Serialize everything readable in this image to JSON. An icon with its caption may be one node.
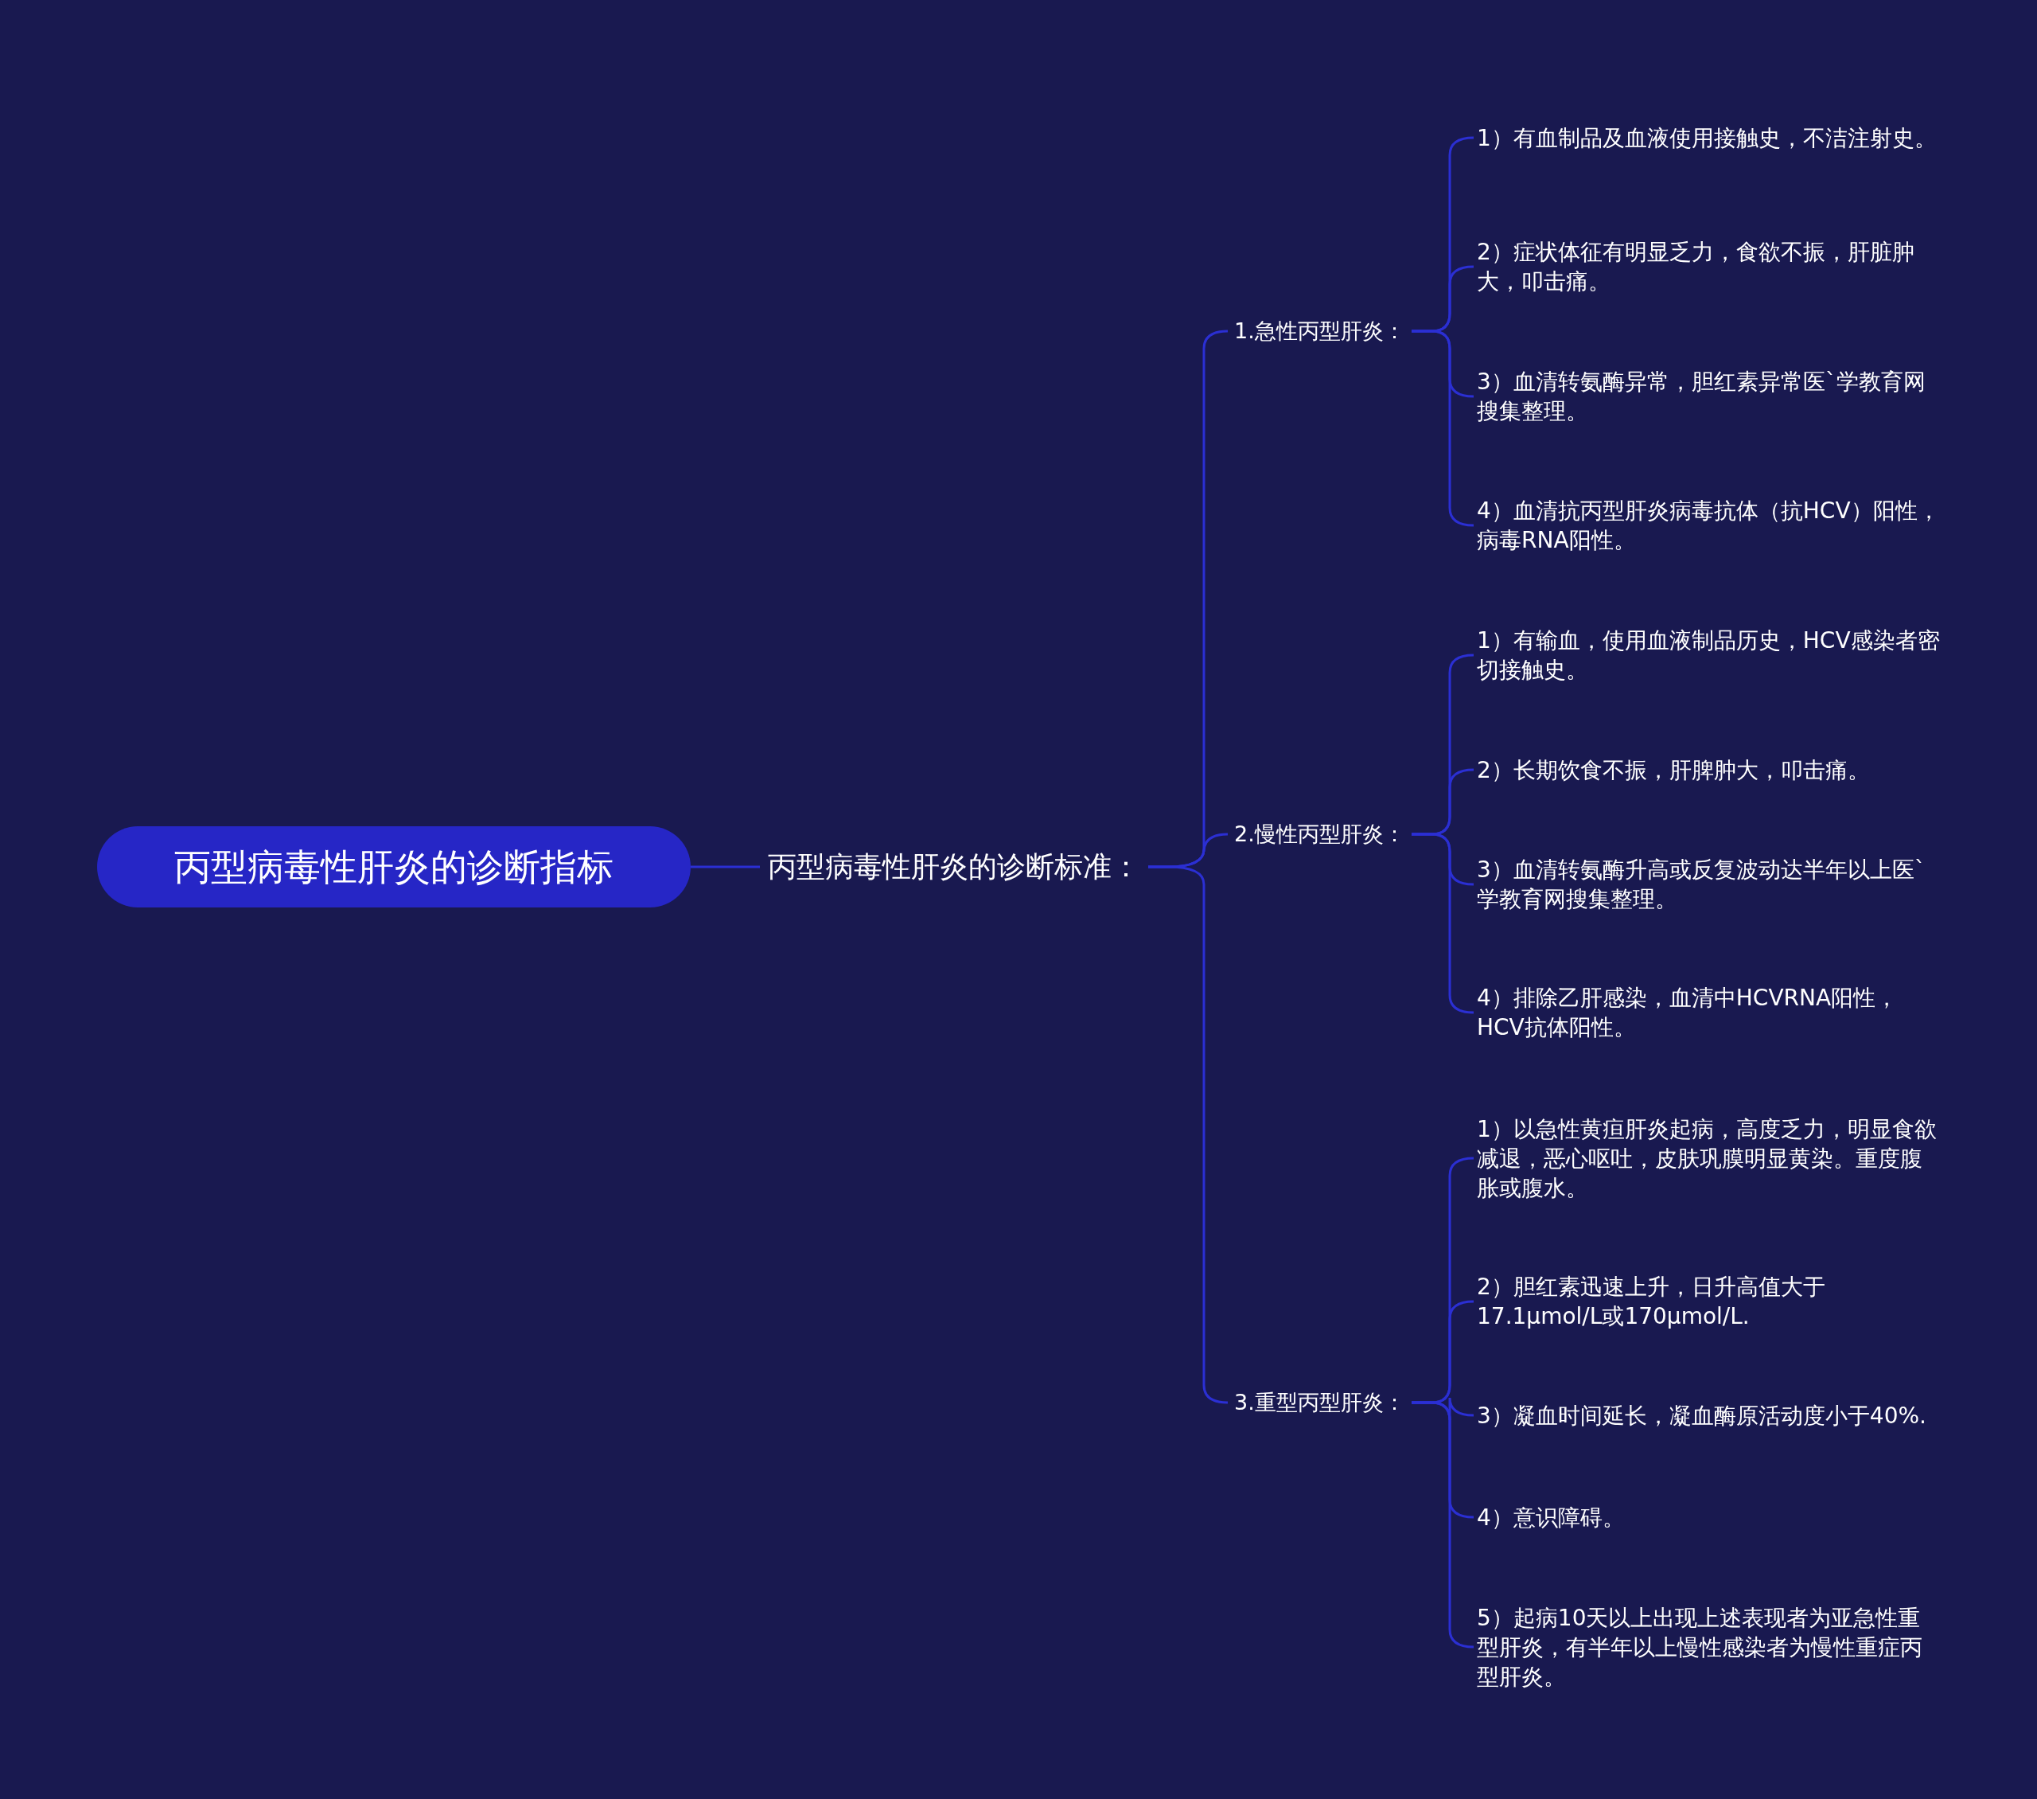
{
  "diagram": {
    "nodes": [
      {
        "text": [
          "丙型病毒性肝炎的诊断指标"
        ]
      },
      {
        "text": [
          "丙型病毒性肝炎的诊断标准："
        ]
      },
      {
        "text": [
          "1.急性丙型肝炎："
        ]
      },
      {
        "text": [
          "1）有血制品及血液使用接触史，不洁注射史。"
        ]
      },
      {
        "text": [
          "2）症状体征有明显乏力，食欲不振，肝脏肿大，叩击痛。"
        ]
      },
      {
        "text": [
          "3）血清转氨酶异常，胆红素异常医`学教育网搜集整理。"
        ]
      },
      {
        "text": [
          "4）血清抗丙型肝炎病毒抗体（抗HCV）阳性，病毒RNA阳性。"
        ]
      },
      {
        "text": [
          "2.慢性丙型肝炎："
        ]
      },
      {
        "text": [
          "1）有输血，使用血液制品历史，HCV感染者密切接触史。"
        ]
      },
      {
        "text": [
          "2）长期饮食不振，肝脾肿大，叩击痛。"
        ]
      },
      {
        "text": [
          "3）血清转氨酶升高或反复波动达半年以上医`学教育网搜集整理。"
        ]
      },
      {
        "text": [
          "4）排除乙肝感染，血清中HCVRNA阳性，HCV抗体阳性。"
        ]
      },
      {
        "text": [
          "3.重型丙型肝炎："
        ]
      },
      {
        "text": [
          "1）以急性黄疸肝炎起病，高度乏力，明显食欲减退，恶心呕吐，皮肤巩膜明显黄染。重度腹胀或腹水。"
        ]
      },
      {
        "text": [
          "2）胆红素迅速上升，日升高值大于17.1μmol/L或170μmol/L."
        ]
      },
      {
        "text": [
          "3）凝血时间延长，凝血酶原活动度小于40%."
        ]
      },
      {
        "text": [
          "4）意识障碍。"
        ]
      },
      {
        "text": [
          "5）起病10天以上出现上述表现者为亚急性重型肝炎，有半年以上慢性感染者为慢性重症丙型肝炎。"
        ]
      }
    ],
    "edges": [
      {
        "from": 0,
        "to": 1,
        "arrow": "none"
      },
      {
        "from": 1,
        "to": 2,
        "arrow": "none"
      },
      {
        "from": 1,
        "to": 7,
        "arrow": "none"
      },
      {
        "from": 1,
        "to": 12,
        "arrow": "none"
      },
      {
        "from": 2,
        "to": 3,
        "arrow": "none"
      },
      {
        "from": 2,
        "to": 4,
        "arrow": "none"
      },
      {
        "from": 2,
        "to": 5,
        "arrow": "none"
      },
      {
        "from": 2,
        "to": 6,
        "arrow": "none"
      },
      {
        "from": 7,
        "to": 8,
        "arrow": "none"
      },
      {
        "from": 7,
        "to": 9,
        "arrow": "none"
      },
      {
        "from": 7,
        "to": 10,
        "arrow": "none"
      },
      {
        "from": 7,
        "to": 11,
        "arrow": "none"
      },
      {
        "from": 12,
        "to": 13,
        "arrow": "none"
      },
      {
        "from": 12,
        "to": 14,
        "arrow": "none"
      },
      {
        "from": 12,
        "to": 15,
        "arrow": "none"
      },
      {
        "from": 12,
        "to": 16,
        "arrow": "none"
      },
      {
        "from": 12,
        "to": 17,
        "arrow": "none"
      }
    ]
  }
}
